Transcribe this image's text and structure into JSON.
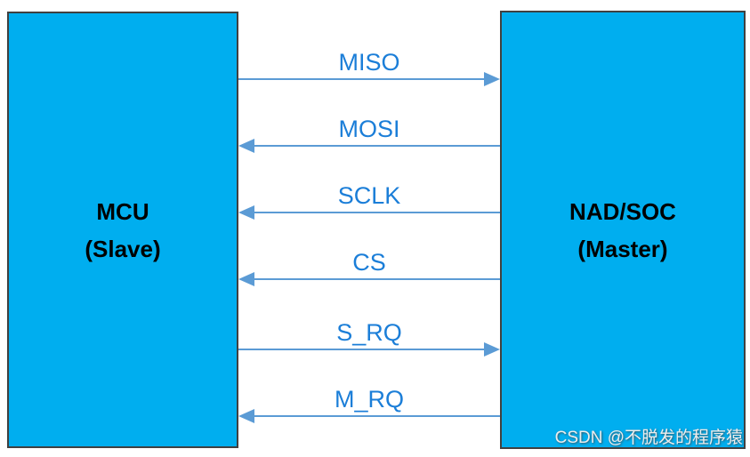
{
  "boxes": {
    "left": {
      "line1": "MCU",
      "line2": "(Slave)"
    },
    "right": {
      "line1": "NAD/SOC",
      "line2": "(Master)"
    }
  },
  "signals": [
    {
      "label": "MISO",
      "direction": "right"
    },
    {
      "label": "MOSI",
      "direction": "left"
    },
    {
      "label": "SCLK",
      "direction": "left"
    },
    {
      "label": "CS",
      "direction": "left"
    },
    {
      "label": "S_RQ",
      "direction": "right"
    },
    {
      "label": "M_RQ",
      "direction": "left"
    }
  ],
  "watermark": "CSDN @不脱发的程序猿",
  "colors": {
    "box_fill": "#00AEEF",
    "box_border": "#404040",
    "arrow": "#5B9BD5",
    "signal_label": "#1B7ED8",
    "box_text": "#000000",
    "watermark_text": "#EDEDED"
  }
}
